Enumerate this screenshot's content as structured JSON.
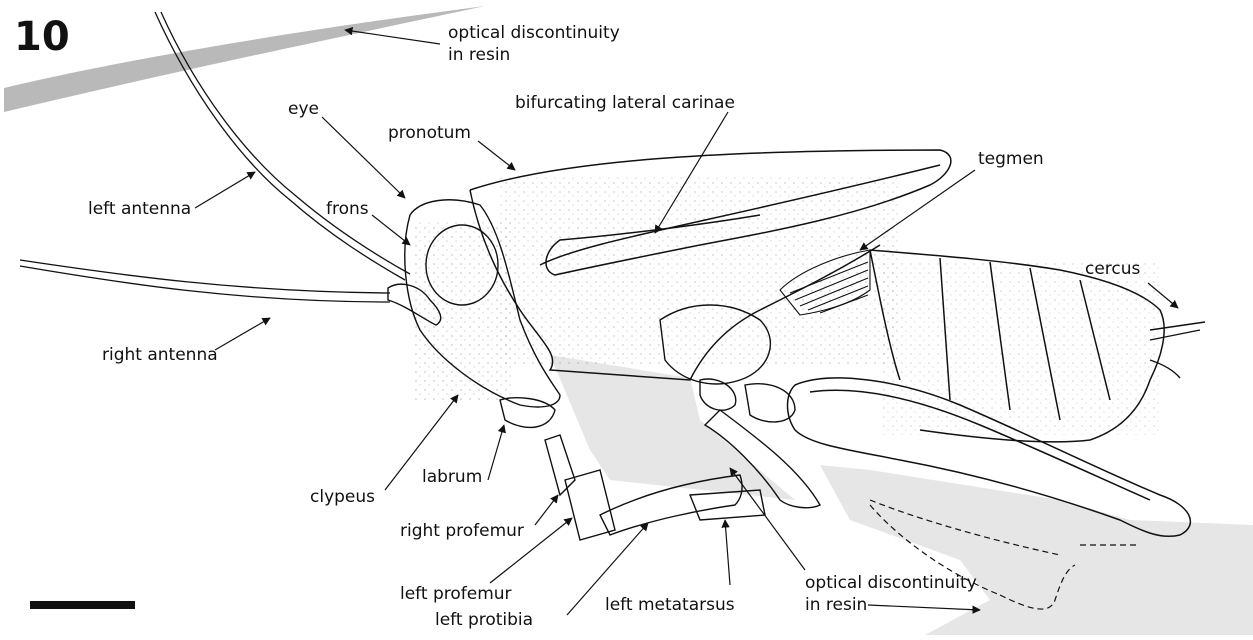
{
  "figure_number": "10",
  "labels": {
    "optical_top_line1": "optical discontinuity",
    "optical_top_line2": "in resin",
    "eye": "eye",
    "pronotum": "pronotum",
    "bifurcating_lateral_carinae": "bifurcating lateral carinae",
    "tegmen": "tegmen",
    "left_antenna": "left antenna",
    "frons": "frons",
    "cercus": "cercus",
    "right_antenna": "right antenna",
    "clypeus": "clypeus",
    "labrum": "labrum",
    "right_profemur": "right profemur",
    "left_profemur": "left profemur",
    "left_protibia": "left protibia",
    "left_metatarsus": "left metatarsus",
    "optical_bottom_line1": "optical discontinuity",
    "optical_bottom_line2": "in resin"
  },
  "colors": {
    "ink": "#111111",
    "resin_gray": "#e6e6e6",
    "resin_dark": "#bdbdbd"
  }
}
